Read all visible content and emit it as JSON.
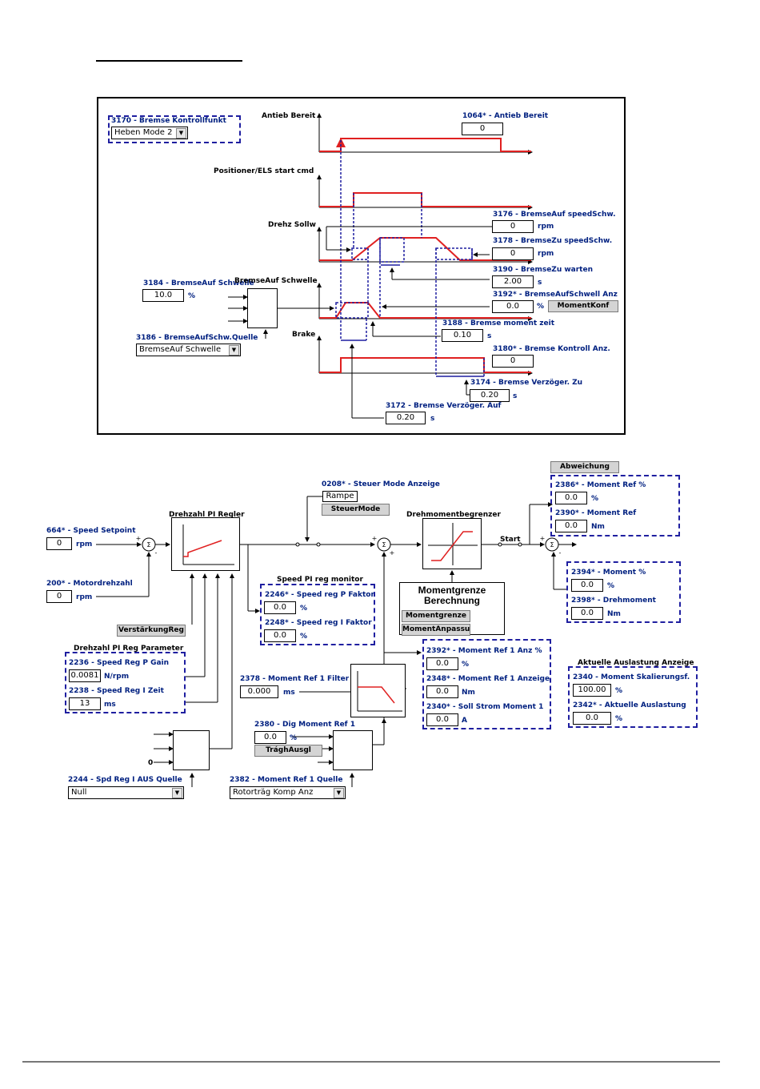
{
  "top": {
    "p3170_label": "3170 - Bremse Kontrollfunkt",
    "p3170_value": "Heben Mode 2",
    "antieb_label": "Antieb Bereit",
    "p1064_label": "1064* - Antieb Bereit",
    "p1064_value": "0",
    "positioner_label": "Positioner/ELS start cmd",
    "drehz_label": "Drehz Sollw",
    "p3176_label": "3176 - BremseAuf speedSchw.",
    "p3176_value": "0",
    "p3176_unit": "rpm",
    "p3178_label": "3178 - BremseZu speedSchw.",
    "p3178_value": "0",
    "p3178_unit": "rpm",
    "p3190_label": "3190 - BremseZu warten",
    "p3190_value": "2.00",
    "p3190_unit": "s",
    "p3184_label": "3184 - BremseAuf Schwelle",
    "p3184_value": "10.0",
    "p3184_unit": "%",
    "bremseauf_label": "BremseAuf Schwelle",
    "p3192_label": "3192* - BremseAufSchwell Anz",
    "p3192_value": "0.0",
    "p3192_unit": "%",
    "momentkonf_btn": "MomentKonf",
    "p3188_label": "3188 - Bremse moment zeit",
    "p3188_value": "0.10",
    "p3188_unit": "s",
    "p3186_label": "3186 - BremseAufSchw.Quelle",
    "p3186_value": "BremseAuf Schwelle",
    "brake_label": "Brake",
    "p3180_label": "3180* - Bremse Kontroll Anz.",
    "p3180_value": "0",
    "p3174_label": "3174 - Bremse Verzöger. Zu",
    "p3174_value": "0.20",
    "p3174_unit": "s",
    "p3172_label": "3172 - Bremse Verzöger. Auf",
    "p3172_value": "0.20",
    "p3172_unit": "s"
  },
  "bottom": {
    "abweichung_btn": "Abweichung",
    "p0208_label": "0208* - Steuer Mode Anzeige",
    "p0208_value": "Rampe",
    "steuermode_btn": "SteuerMode",
    "drehzahl_pi_label": "Drehzahl PI Regler",
    "drehmomentbegrenzer_label": "Drehmomentbegrenzer",
    "start_label": "Start",
    "p664_label": "664* - Speed Setpoint",
    "p664_value": "0",
    "p664_unit": "rpm",
    "p200_label": "200* - Motordrehzahl",
    "p200_value": "0",
    "p200_unit": "rpm",
    "speed_pi_monitor_label": "Speed PI reg monitor",
    "p2246_label": "2246* - Speed reg P Faktor",
    "p2246_value": "0.0",
    "p2246_unit": "%",
    "p2248_label": "2248* - Speed reg I Faktor",
    "p2248_value": "0.0",
    "p2248_unit": "%",
    "momentgrenze_title": "Momentgrenze Berechnung",
    "momentgrenze_btn": "Momentgrenze",
    "momentanpassu_btn": "MomentAnpassu",
    "p2386_label": "2386* - Moment Ref %",
    "p2386_value": "0.0",
    "p2386_unit": "%",
    "p2390_label": "2390* - Moment Ref",
    "p2390_value": "0.0",
    "p2390_unit": "Nm",
    "p2394_label": "2394* - Moment %",
    "p2394_value": "0.0",
    "p2394_unit": "%",
    "p2398_label": "2398* - Drehmoment",
    "p2398_value": "0.0",
    "p2398_unit": "Nm",
    "verstaerkung_btn": "VerstärkungReg",
    "pi_param_label": "Drehzahl PI Reg Parameter",
    "p2236_label": "2236 - Speed Reg P Gain",
    "p2236_value": "0.0081",
    "p2236_unit": "N/rpm",
    "p2238_label": "2238 - Speed Reg I Zeit",
    "p2238_value": "13",
    "p2238_unit": "ms",
    "p2378_label": "2378 - Moment Ref 1 Filter",
    "p2378_value": "0.000",
    "p2378_unit": "ms",
    "p2392_label": "2392* - Moment Ref 1 Anz %",
    "p2392_value": "0.0",
    "p2392_unit": "%",
    "p2348_label": "2348* - Moment Ref 1 Anzeige",
    "p2348_value": "0.0",
    "p2348_unit": "Nm",
    "p2340s_label": "2340* - Soll Strom Moment 1",
    "p2340s_value": "0.0",
    "p2340s_unit": "A",
    "aktuelle_label": "Aktuelle Auslastung Anzeige",
    "p2340_label": "2340 - Moment Skalierungsf.",
    "p2340_value": "100.00",
    "p2340_unit": "%",
    "p2342_label": "2342* - Aktuelle Auslastung",
    "p2342_value": "0.0",
    "p2342_unit": "%",
    "p2380_label": "2380 - Dig Moment Ref 1",
    "p2380_value": "0.0",
    "p2380_unit": "%",
    "traegh_btn": "TrághAusgl",
    "zero_label": "0",
    "p2244_label": "2244 - Spd Reg I AUS Quelle",
    "p2244_value": "Null",
    "p2382_label": "2382 - Moment Ref 1 Quelle",
    "p2382_value": "Rotorträg Komp Anz"
  },
  "colors": {
    "signal_red": "#e02020",
    "param_blue": "#002080",
    "dash_blue": "#1f1fa0"
  }
}
